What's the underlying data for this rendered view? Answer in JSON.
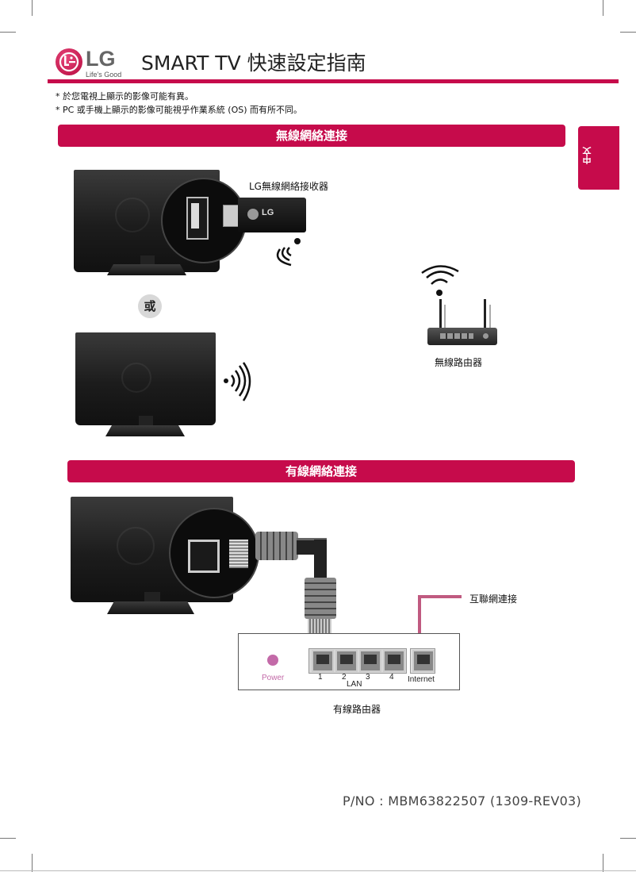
{
  "header": {
    "brand": "LG",
    "tagline": "Life's Good",
    "title": "SMART TV 快速設定指南"
  },
  "notes": [
    "* 於您電視上顯示的影像可能有異。",
    "* PC 或手機上顯示的影像可能視乎作業系統 (OS) 而有所不同。"
  ],
  "side_tab": {
    "label": "中文"
  },
  "wireless_section": {
    "heading": "無線網絡連接",
    "dongle_label": "LG無線網絡接收器",
    "dongle_brand": "LG",
    "or_label": "或",
    "router_label": "無線路由器"
  },
  "wired_section": {
    "heading": "有線網絡連接",
    "internet_label": "互聯網連接",
    "router": {
      "power_label": "Power",
      "lan_ports": [
        "1",
        "2",
        "3",
        "4"
      ],
      "lan_label": "LAN",
      "internet_port_label": "Internet"
    },
    "router_caption": "有線路由器"
  },
  "footer": {
    "part_number": "P/NO : MBM63822507 (1309-REV03)"
  },
  "colors": {
    "brand_red": "#c60b4b",
    "internet_cable": "#c05a80",
    "power_led": "#c36aa8"
  }
}
